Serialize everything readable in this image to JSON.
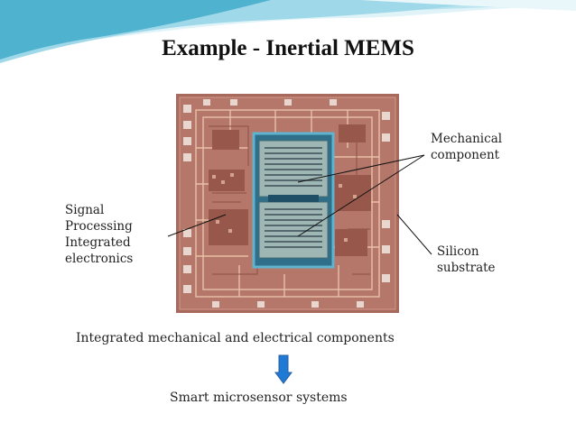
{
  "slide": {
    "title": "Example  - Inertial MEMS",
    "callouts": {
      "signal": [
        "Signal",
        "Processing",
        "Integrated",
        "electronics"
      ],
      "mechanical": [
        "Mechanical",
        "component"
      ],
      "silicon": [
        "Silicon",
        "substrate"
      ]
    },
    "caption_integrated": "Integrated mechanical and electrical components",
    "caption_smart": "Smart microsensor systems",
    "colors": {
      "banner_light": "#dff3f8",
      "banner_mid": "#9fd8e8",
      "banner_dark": "#4fb3cf",
      "die": "#a86a5c",
      "arrow_fill": "#1f7ad6"
    }
  }
}
